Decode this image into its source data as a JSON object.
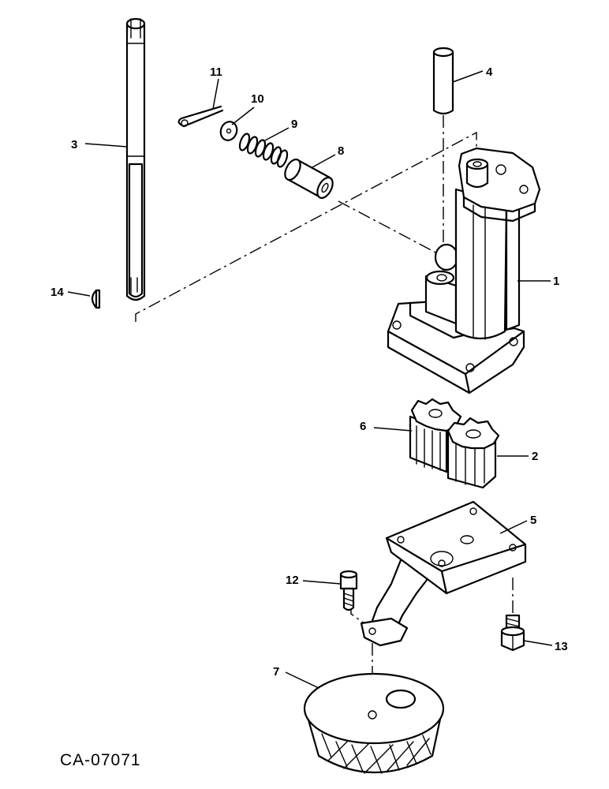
{
  "figure_code": "CA-07071",
  "callouts": {
    "c1": "1",
    "c2": "2",
    "c3": "3",
    "c4": "4",
    "c5": "5",
    "c6": "6",
    "c7": "7",
    "c8": "8",
    "c9": "9",
    "c10": "10",
    "c11": "11",
    "c12": "12",
    "c13": "13",
    "c14": "14"
  },
  "parts": [
    {
      "callout": "1",
      "part": "pump-body-icon"
    },
    {
      "callout": "2",
      "part": "driven-gear-icon"
    },
    {
      "callout": "3",
      "part": "drive-shaft-icon"
    },
    {
      "callout": "4",
      "part": "pin-icon"
    },
    {
      "callout": "5",
      "part": "cover-icon"
    },
    {
      "callout": "6",
      "part": "drive-gear-icon"
    },
    {
      "callout": "7",
      "part": "screen-icon"
    },
    {
      "callout": "8",
      "part": "valve-plunger-icon"
    },
    {
      "callout": "9",
      "part": "spring-icon"
    },
    {
      "callout": "10",
      "part": "washer-icon"
    },
    {
      "callout": "11",
      "part": "cotter-pin-icon"
    },
    {
      "callout": "12",
      "part": "screw-icon"
    },
    {
      "callout": "13",
      "part": "bolt-icon"
    },
    {
      "callout": "14",
      "part": "key-icon"
    }
  ]
}
